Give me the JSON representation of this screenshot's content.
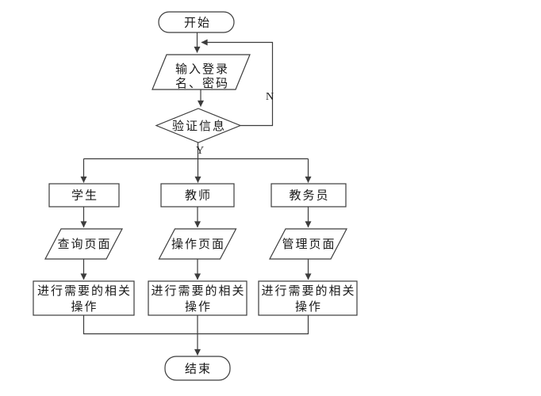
{
  "diagram": {
    "type": "flowchart",
    "description": "Login verification flowchart with three role branches",
    "colors": {
      "background": "#ffffff",
      "shape_fill": "#ffffff",
      "stroke": "#3c3c3c",
      "text": "#191919"
    },
    "nodes": {
      "start": "开始",
      "input": {
        "line1": "输入登录",
        "line2": "名、密码"
      },
      "verify": "验证信息",
      "student": "学生",
      "teacher": "教师",
      "registrar": "教务员",
      "query_page": "查询页面",
      "operate_page": "操作页面",
      "manage_page": "管理页面",
      "action_student": {
        "line1": "进行需要的相关",
        "line2": "操作"
      },
      "action_teacher": {
        "line1": "进行需要的相关",
        "line2": "操作"
      },
      "action_registrar": {
        "line1": "进行需要的相关",
        "line2": "操作"
      },
      "end": "结束"
    },
    "edge_labels": {
      "no": "N",
      "yes": "Y"
    }
  }
}
